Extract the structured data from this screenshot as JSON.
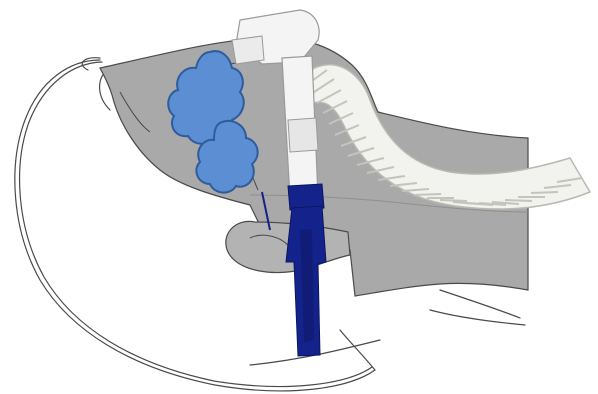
{
  "figure": {
    "colors": {
      "background": "#ffffff",
      "sketch_line": "#4a4a4a",
      "airway_gray": "#a9a9a9",
      "airway_gray_dark": "#8f8f8f",
      "tube_light": "#f2f2ee",
      "tube_shadow": "#b9b9b2",
      "obstruction_blue": "#5b8ed3",
      "obstruction_outline": "#2f5d9c",
      "strap_navy": "#14238c",
      "strap_navy_dark": "#0b1660",
      "device_white": "#f4f4f4",
      "device_outline": "#9a9a9a"
    },
    "icons": [
      "head-profile-sketch",
      "nasal-airway",
      "tongue",
      "obstruction-blob",
      "air-tube",
      "connector",
      "chin-strap"
    ]
  }
}
